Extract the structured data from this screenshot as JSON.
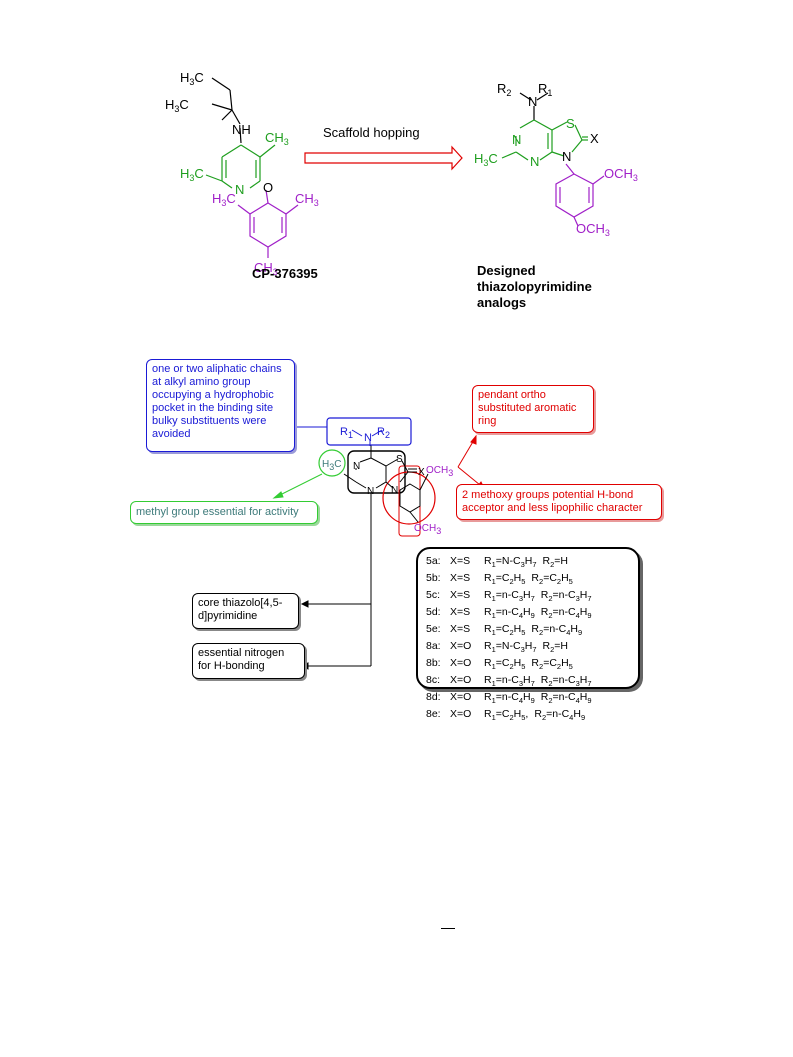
{
  "top_scheme": {
    "arrow_label": "Scaffold hopping",
    "lead_caption": "CP-376395",
    "designed_caption": [
      "Designed",
      "thiazolopyrimidine",
      "analogs"
    ],
    "lead_labels": {
      "ethyl1": "H3C",
      "ethyl2": "H3C",
      "amine": "NH",
      "methyl_ring": "CH3",
      "methyl_left": "H3C",
      "ring_n": "N",
      "ether_o": "O",
      "mes_left": "H3C",
      "mes_right": "CH3",
      "mes_para": "CH3"
    },
    "designed_labels": {
      "amine_n": "N",
      "r2": "R2",
      "r1": "R1",
      "s": "S",
      "x": "X",
      "n_top": "N",
      "n_bottom": "N",
      "n_thiazole": "N",
      "methyl": "H3C",
      "ome_ortho": "OCH3",
      "ome_para": "OCH3"
    }
  },
  "sar": {
    "blue_box": "one or two aliphatic chains at alkyl amino group occupying a hydrophobic pocket in the binding site bulky substituents were avoided",
    "amine_label": {
      "r1": "R1",
      "n": "N",
      "r2": "R2"
    },
    "red_box_top": "pendant ortho substituted aromatic ring",
    "red_box_bottom": "2 methoxy groups potential H-bond acceptor and less lipophilic character",
    "green_box": "methyl group essential for activity",
    "core_box": "core thiazolo[4,5-d]pyrimidine",
    "nitrogen_box": "essential nitrogen for H-bonding",
    "core_labels": {
      "n1": "N",
      "n2": "N",
      "n3": "N",
      "s": "S",
      "x": "X",
      "methyl": "H3C",
      "ome1": "OCH3",
      "ome2": "OCH3"
    }
  },
  "compounds": [
    {
      "id": "5a:",
      "x": "X=S",
      "r1": "R1=N-C3H7",
      "r2": "R2=H"
    },
    {
      "id": "5b:",
      "x": "X=S",
      "r1": "R1=C2H5",
      "r2": "R2=C2H5"
    },
    {
      "id": "5c:",
      "x": "X=S",
      "r1": "R1=n-C3H7",
      "r2": "R2=n-C3H7"
    },
    {
      "id": "5d:",
      "x": "X=S",
      "r1": "R1=n-C4H9",
      "r2": "R2=n-C4H9"
    },
    {
      "id": "5e:",
      "x": "X=S",
      "r1": "R1=C2H5",
      "r2": "R2=n-C4H9"
    },
    {
      "id": "8a:",
      "x": "X=O",
      "r1": "R1=N-C3H7",
      "r2": "R2=H"
    },
    {
      "id": "8b:",
      "x": "X=O",
      "r1": "R1=C2H5",
      "r2": "R2=C2H5"
    },
    {
      "id": "8c:",
      "x": "X=O",
      "r1": "R1=n-C3H7",
      "r2": "R2=n-C3H7"
    },
    {
      "id": "8d:",
      "x": "X=O",
      "r1": "R1=n-C4H9",
      "r2": "R2=n-C4H9"
    },
    {
      "id": "8e:",
      "x": "X=O",
      "r1": "R1=C2H5,",
      "r2": "R2=n-C4H9"
    }
  ],
  "colors": {
    "green": "#1e9e1e",
    "purple": "#a020c8",
    "blue": "#1a1ad6",
    "red": "#e00000"
  }
}
